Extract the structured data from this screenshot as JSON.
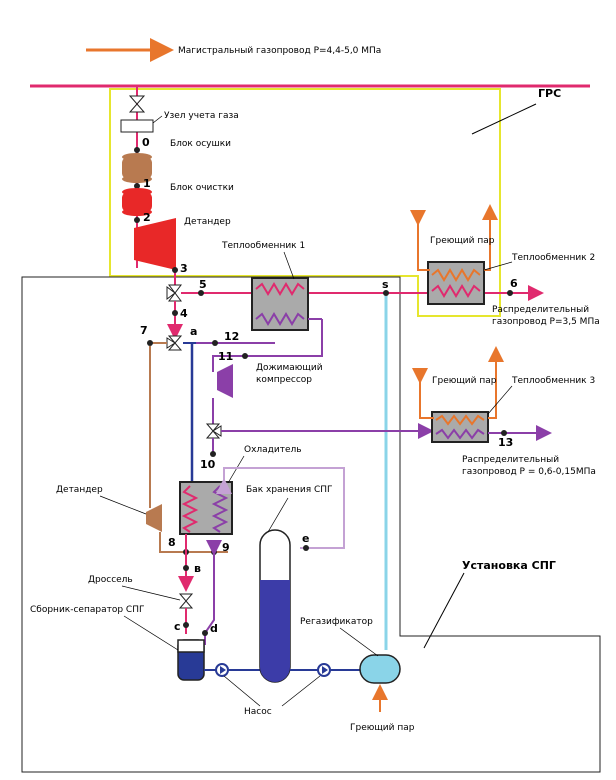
{
  "legend": {
    "mainline": "Магистральный газопровод P=4,4-5,0 МПа"
  },
  "boxes": {
    "grs": "ГРС",
    "spg_plant": "Установка СПГ"
  },
  "components": {
    "gas_meter": "Узел учета газа",
    "dryer": "Блок осушки",
    "cleaner": "Блок очистки",
    "expander_grs": "Детандер",
    "hx1": "Теплообменник 1",
    "hx2": "Теплообменник 2",
    "hx3": "Теплообменник 3",
    "steam2": "Греющий пар",
    "steam3": "Греющий пар",
    "steam_regas": "Греющий пар",
    "dist_high": "Распределительный газопровод P=3,5 МПа",
    "dist_low": "Распределительный газопровод P = 0,6-0,15МПа",
    "booster": "Дожимающий компрессор",
    "cooler": "Охладитель",
    "expander_spg": "Детандер",
    "storage": "Бак хранения СПГ",
    "throttle": "Дроссель",
    "separator": "Сборник-сепаратор СПГ",
    "regasifier": "Регазификатор",
    "pump": "Насос"
  },
  "points": {
    "p0": "0",
    "p1": "1",
    "p2": "2",
    "p3": "3",
    "p4": "4",
    "p5": "5",
    "p6": "6",
    "p7": "7",
    "p8": "8",
    "p9": "9",
    "p10": "10",
    "p11": "11",
    "p12": "12",
    "p13": "13",
    "pa": "a",
    "pb": "в",
    "pc": "c",
    "pd": "d",
    "pe": "e",
    "ps": "s"
  },
  "colors": {
    "gas_main": "#e02a6e",
    "hot_orange": "#e8762c",
    "purple": "#8b3fa8",
    "light_purple": "#c4a2d4",
    "lng_blue": "#283a96",
    "light_blue": "#8ad4e8",
    "brown": "#b87a50",
    "grs_border": "#e6e62e",
    "red_equipment": "#e82828"
  }
}
